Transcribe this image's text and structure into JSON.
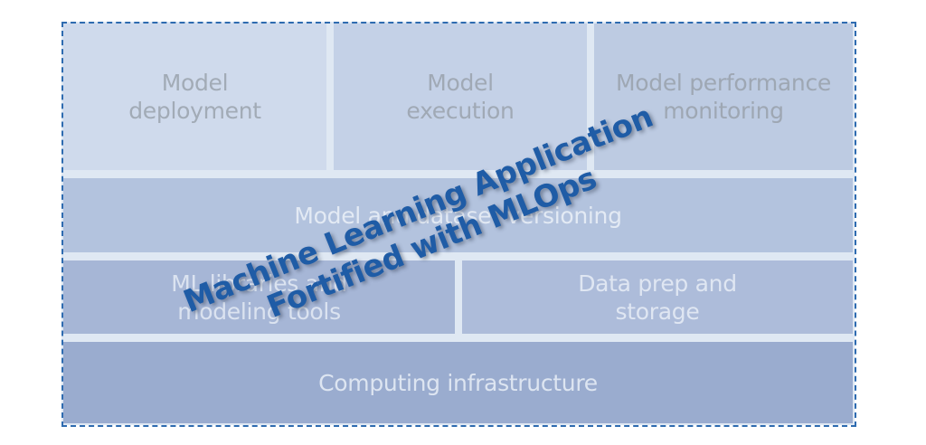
{
  "diagram": {
    "overlay_title": {
      "line1": "Machine Learning Application",
      "line2": "Fortified with MLOps"
    },
    "layers": [
      {
        "name": "top",
        "blocks": [
          {
            "line1": "Model",
            "line2": "deployment"
          },
          {
            "line1": "Model",
            "line2": "execution"
          },
          {
            "line1": "Model performance",
            "line2": "monitoring"
          }
        ]
      },
      {
        "name": "versioning",
        "blocks": [
          {
            "line1": "Model and dataset versioning"
          }
        ]
      },
      {
        "name": "tools",
        "blocks": [
          {
            "line1": "ML libraries and",
            "line2": "modeling tools"
          },
          {
            "line1": "Data prep and",
            "line2": "storage"
          }
        ]
      },
      {
        "name": "infrastructure",
        "blocks": [
          {
            "line1": "Computing infrastructure"
          }
        ]
      }
    ],
    "colors": {
      "border_dashed": "#2e6bb0",
      "title_text": "#1f5ca6",
      "background_gap": "#dfe8f3"
    }
  }
}
